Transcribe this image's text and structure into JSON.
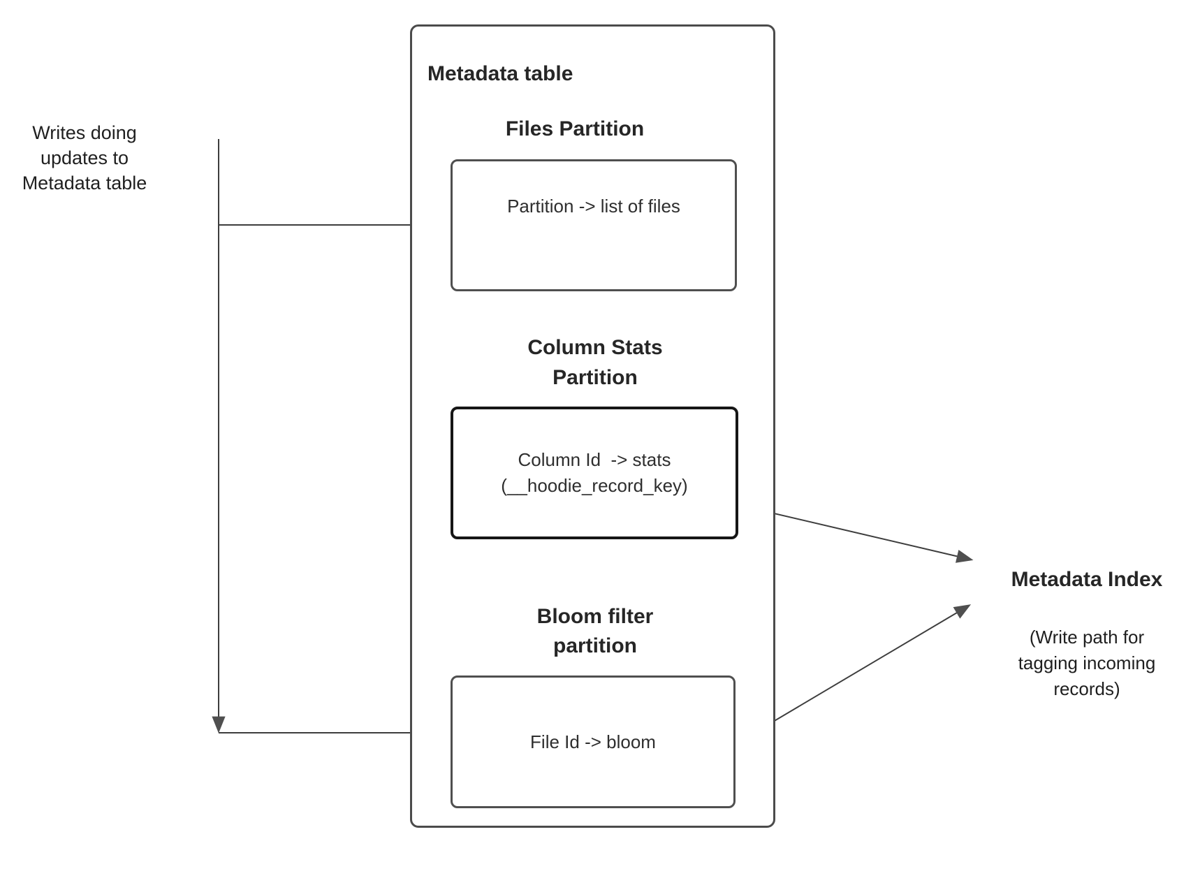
{
  "writes_label": {
    "text": "Writes doing\nupdates to\nMetadata table"
  },
  "metadata_table": {
    "title": "Metadata table",
    "files_partition": {
      "heading": "Files Partition",
      "mapping": "Partition -> list of files"
    },
    "column_stats_partition": {
      "heading": "Column Stats\nPartition",
      "mapping": "Column Id  -> stats\n(__hoodie_record_key)"
    },
    "bloom_filter_partition": {
      "heading": "Bloom filter\npartition",
      "mapping": "File Id -> bloom"
    }
  },
  "metadata_index": {
    "title": "Metadata Index",
    "subtitle": "(Write path for\ntagging incoming\nrecords)"
  },
  "colors": {
    "background": "#ffffff",
    "line": "#3d3d3d",
    "arrowhead": "#4f4f4f",
    "box_border": "#4b4b4b",
    "stats_box_border": "#161616",
    "text": "#1f1f1f",
    "heading_text": "#262626"
  }
}
